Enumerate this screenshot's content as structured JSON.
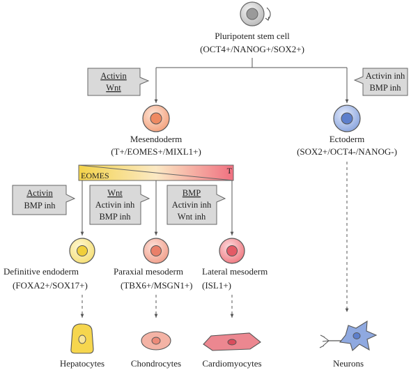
{
  "stem_cell": {
    "name": "Pluripotent stem cell",
    "markers": "(OCT4+/NANOG+/SOX2+)"
  },
  "signals": {
    "left_top": [
      "Activin",
      "Wnt"
    ],
    "right_top": [
      "Activin inh",
      "BMP inh"
    ],
    "endoderm": [
      "Activin",
      "BMP inh"
    ],
    "paraxial": [
      "Wnt",
      "Activin inh",
      "BMP inh"
    ],
    "lateral": [
      "BMP",
      "Activin inh",
      "Wnt inh"
    ]
  },
  "mesendoderm": {
    "name": "Mesendoderm",
    "markers": "(T+/EOMES+/MIXL1+)"
  },
  "ectoderm": {
    "name": "Ectoderm",
    "markers": "(SOX2+/OCT4-/NANOG-)"
  },
  "gradient": {
    "left_label": "EOMES",
    "right_label": "T"
  },
  "lineages": {
    "endoderm": {
      "name": "Definitive endoderm",
      "markers": "(FOXA2+/SOX17+)"
    },
    "paraxial": {
      "name": "Paraxial mesoderm",
      "markers": "(TBX6+/MSGN1+)"
    },
    "lateral": {
      "name": "Lateral mesoderm",
      "markers": "(ISL1+)"
    }
  },
  "terminal": {
    "hepatocytes": "Hepatocytes",
    "chondrocytes": "Chondrocytes",
    "cardiomyocytes": "Cardiomyocytes",
    "neurons": "Neurons"
  },
  "colors": {
    "stem": "#bdbdbd",
    "mesendoderm": "#f4a582",
    "ectoderm": "#8fa9e0",
    "endoderm": "#f6e07a",
    "paraxial": "#f2a28f",
    "lateral": "#f07f86",
    "eomes": "#f3d34a",
    "t": "#f07080",
    "callout": "#d9d9d9"
  }
}
